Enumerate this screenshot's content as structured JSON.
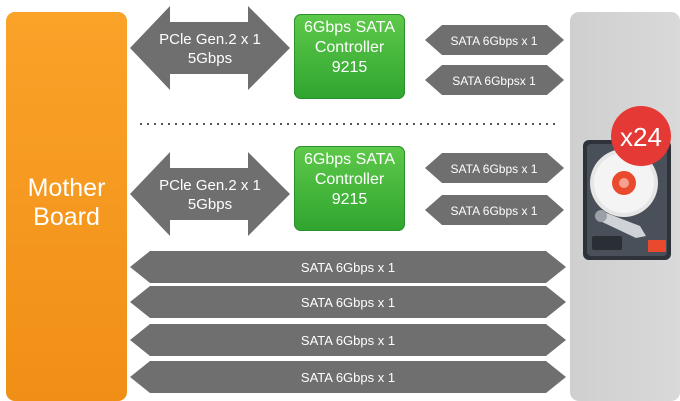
{
  "motherboard": {
    "line1": "Mother",
    "line2": "Board"
  },
  "groups": [
    {
      "pcie_line1": "PCle Gen.2 x 1",
      "pcie_line2": "5Gbps",
      "controller": {
        "line1": "6Gbps SATA",
        "line2": "Controller",
        "line3": "9215"
      },
      "sata_links": [
        "SATA 6Gbps x 1",
        "SATA 6Gbpsx 1"
      ]
    },
    {
      "pcie_line1": "PCle Gen.2 x 1",
      "pcie_line2": "5Gbps",
      "controller": {
        "line1": "6Gbps SATA",
        "line2": "Controller",
        "line3": "9215"
      },
      "sata_links": [
        "SATA 6Gbps x 1",
        "SATA 6Gbps x 1"
      ]
    }
  ],
  "direct_links": [
    "SATA 6Gbps x 1",
    "SATA 6Gbps x 1",
    "SATA 6Gbps x 1",
    "SATA 6Gbps x 1"
  ],
  "drive": {
    "badge": "x24",
    "icon": "hard-drive-icon"
  },
  "colors": {
    "motherboard": "#f39a1e",
    "controller": "#3cb33a",
    "arrow": "#6f6f6f",
    "badge": "#e53935",
    "storage": "#d4d4d4"
  }
}
